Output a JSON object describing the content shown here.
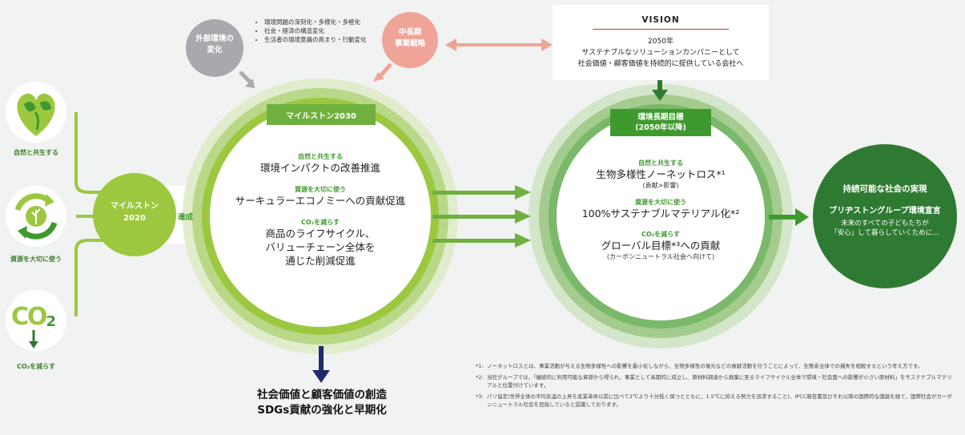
{
  "left_icons": [
    {
      "label": "自然と共生する",
      "icon": "heart-leaf-icon"
    },
    {
      "label": "資源を大切に使う",
      "icon": "recycle-leaf-icon"
    },
    {
      "label": "CO₂を減らす",
      "icon": "co2-icon"
    }
  ],
  "co2_glyph": "CO",
  "co2_sub": "2",
  "milestone2020": {
    "line1": "マイルストン",
    "line2": "2020",
    "achieved": "達成"
  },
  "external": {
    "title_line1": "外部環境の",
    "title_line2": "変化",
    "bullets": [
      "環境問題の深刻化・多様化・多極化",
      "社会・経済の構造変化",
      "生活者の環境意識の高まり・行動変化"
    ]
  },
  "midterm": {
    "line1": "中長期",
    "line2": "事業戦略"
  },
  "vision": {
    "heading": "VISION",
    "line1": "2050年",
    "line2": "サステナブルなソリューションカンパニーとして",
    "line3": "社会価値・顧客価値を持続的に提供している会社へ"
  },
  "milestone2030": {
    "tag": "マイルストン2030",
    "items": [
      {
        "label": "自然と共生する",
        "lines": [
          "環境インパクトの改善推進"
        ]
      },
      {
        "label": "資源を大切に使う",
        "lines": [
          "サーキュラーエコノミーへの貢献促進"
        ]
      },
      {
        "label": "CO₂を減らす",
        "lines": [
          "商品のライフサイクル、",
          "バリューチェーン全体を",
          "通じた削減促進"
        ]
      }
    ]
  },
  "longterm": {
    "tag_line1": "環境長期目標",
    "tag_line2": "(2050年以降)",
    "items": [
      {
        "label": "自然と共生する",
        "main": "生物多様性ノーネットロス*¹",
        "sub": "(貢献>影響)"
      },
      {
        "label": "資源を大切に使う",
        "main": "100%サステナブルマテリアル化*²",
        "sub": ""
      },
      {
        "label": "CO₂を減らす",
        "main": "グローバル目標*³への貢献",
        "sub": "(カーボンニュートラル社会へ向けて)"
      }
    ]
  },
  "sustainable": {
    "title": "持続可能な社会の実現",
    "subtitle": "ブリヂストングループ環境宣言",
    "line1": "未来のすべての子どもたちが",
    "line2": "「安心」して暮らしていくために…"
  },
  "bottom": {
    "line1": "社会価値と顧客価値の創造",
    "line2": "SDGs貢献の強化と早期化"
  },
  "notes": [
    {
      "mark": "*1:",
      "text": "ノーネットロスとは、事業活動が与える生物多様性への影響を最小化しながら、生物多様性の復元などの貢献活動を行うことによって、生態系全体での損失を相殺するという考え方です。"
    },
    {
      "mark": "*2:",
      "text": "当社グループでは、「継続的に利用可能な資源から得られ、事業として長期的に成立し、原材料調達から廃棄に至るライフサイクル全体で環境・社会面への影響が小さい原材料」をサステナブルマテリアルと位置付けています。"
    },
    {
      "mark": "*3:",
      "text": "パリ協定(世界全体の平均気温の上昇を産業革命以前に比べて2℃より十分低く保つとともに、1.5℃に抑える努力を追求すること)、IPCC報告書及びそれ以降の国際的な議論を経て、国際社会がカーボンニュートラル社会を目指していると認識しております。"
    }
  ],
  "colors": {
    "lime": "#9cc840",
    "dark_green": "#3f9a2e",
    "forest": "#2e7a32",
    "gray": "#a7a9ac",
    "salmon": "#f0a497",
    "navy": "#1f2a6b"
  }
}
